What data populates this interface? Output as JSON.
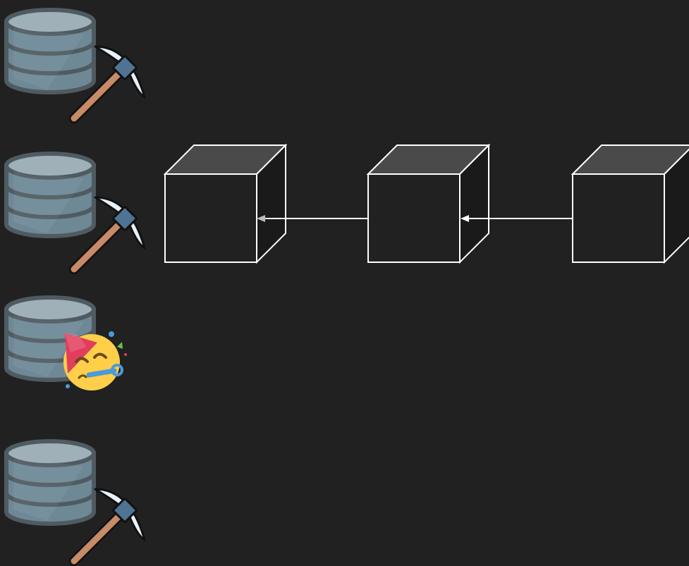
{
  "colors": {
    "background": "#212121",
    "stroke": "#ffffff",
    "cube_top": "#4a4a4a",
    "cube_front": "#212121",
    "cube_side": "#1a1a1a",
    "arrow": "#ffffff",
    "db_body": "#6e8896",
    "db_top": "#9fb0b9",
    "db_rim": "#4f5b61",
    "pick_handle": "#c98a67",
    "pick_head": "#e8f1f8",
    "pick_band": "#4f7393",
    "party_face": "#ffcf4a",
    "party_hat": "#e23d5d",
    "party_horn": "#4a9bd8"
  },
  "nodes": [
    {
      "id": "node-1",
      "icon": "database-icon",
      "badge": "pickaxe-icon"
    },
    {
      "id": "node-2",
      "icon": "database-icon",
      "badge": "pickaxe-icon"
    },
    {
      "id": "node-3",
      "icon": "database-icon",
      "badge": "party-face-icon"
    },
    {
      "id": "node-4",
      "icon": "database-icon",
      "badge": "pickaxe-icon"
    }
  ],
  "chain": {
    "blocks": 3,
    "links": 2
  }
}
